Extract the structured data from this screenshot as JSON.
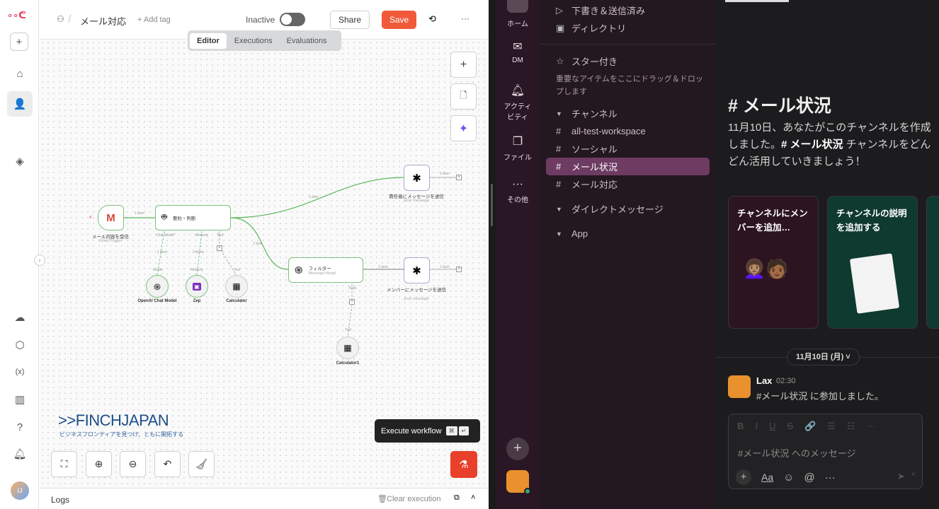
{
  "n8n": {
    "rail": {
      "items": [
        "logo-icon",
        "add-icon",
        "home-icon",
        "user-icon",
        "layers-icon",
        "cloud-icon",
        "templates-icon",
        "variables-icon",
        "insights-icon",
        "help-icon",
        "notifications-icon"
      ],
      "avatar": "IJ"
    },
    "header": {
      "workflow_name": "メール対応",
      "add_tag": "+ Add tag",
      "status_label": "Inactive",
      "share": "Share",
      "save": "Save",
      "more": "···"
    },
    "tabs": [
      {
        "label": "Editor",
        "active": true
      },
      {
        "label": "Executions"
      },
      {
        "label": "Evaluations"
      }
    ],
    "nodes": {
      "gmail": {
        "title": "メール内容を受信",
        "sub": "Gmail Trigger"
      },
      "agent": {
        "title": "要約・判断",
        "handles": [
          "Chat Model*",
          "Memory",
          "Tool"
        ]
      },
      "slack1": {
        "title": "責任者にメッセージを送信",
        "sub": "post: message"
      },
      "filter": {
        "title": "フィルター",
        "sub": "Message Model",
        "handle": "Tools"
      },
      "slack2": {
        "title": "メンバーにメッセージを送信",
        "sub": "post: message"
      },
      "openai": {
        "title": "OpenAI Chat Model",
        "handle": "Model"
      },
      "zep": {
        "title": "Zep",
        "handle": "Memory"
      },
      "calc": {
        "title": "Calculator",
        "handle": "Tool"
      },
      "calc1": {
        "title": "Calculator1",
        "handle": "Tool"
      }
    },
    "edges": {
      "e1": "1 item",
      "e2": "1 item",
      "e3": "1 item",
      "e4": "1 item",
      "e5": "1 item",
      "e6": "1 item",
      "e7": "1 item",
      "e8": "2 items"
    },
    "logo": {
      "name": ">>FINCHJAPAN",
      "tagline": "ビジネスフロンティアを見つけ、ともに開拓する"
    },
    "tooltip": {
      "label": "Execute workflow",
      "key1": "⌘",
      "key2": "↵"
    },
    "logs": {
      "title": "Logs",
      "clear": "Clear execution"
    }
  },
  "slack": {
    "rail": [
      {
        "label": "ホーム",
        "icon": "▣"
      },
      {
        "label": "DM",
        "icon": "✉"
      },
      {
        "label": "アクティビティ",
        "icon": "🔔"
      },
      {
        "label": "ファイル",
        "icon": "❐"
      },
      {
        "label": "その他",
        "icon": "···"
      }
    ],
    "sidebar": {
      "drafts": "下書き＆送信済み",
      "directory": "ディレクトリ",
      "starred": "スター付き",
      "starred_hint": "重要なアイテムをここにドラッグ＆ドロップします",
      "channels_header": "チャンネル",
      "channels": [
        "all-test-workspace",
        "ソーシャル",
        "メール状況",
        "メール対応"
      ],
      "dm_header": "ダイレクトメッセージ",
      "app_header": "App"
    },
    "main": {
      "channel_title": "# メール状況",
      "intro_1": "11月10日、あなたがこのチャンネルを作成しました。",
      "intro_channel": "# メール状況",
      "intro_2": " チャンネルをどんどん活用していきましょう！",
      "card1": "チャンネルにメンバーを追加…",
      "card2": "チャンネルの説明を追加する",
      "date_pill": "11月10日 (月) ˅",
      "message": {
        "author": "Lax",
        "time": "02:30",
        "text": "#メール状況 に参加しました。"
      },
      "composer_placeholder": "#メール状況 へのメッセージ",
      "format_tools": [
        "B",
        "I",
        "U",
        "S",
        "🔗",
        "☰",
        "☷",
        "···"
      ],
      "composer_actions": [
        "+",
        "Aa",
        "☺",
        "@",
        "···"
      ]
    }
  }
}
